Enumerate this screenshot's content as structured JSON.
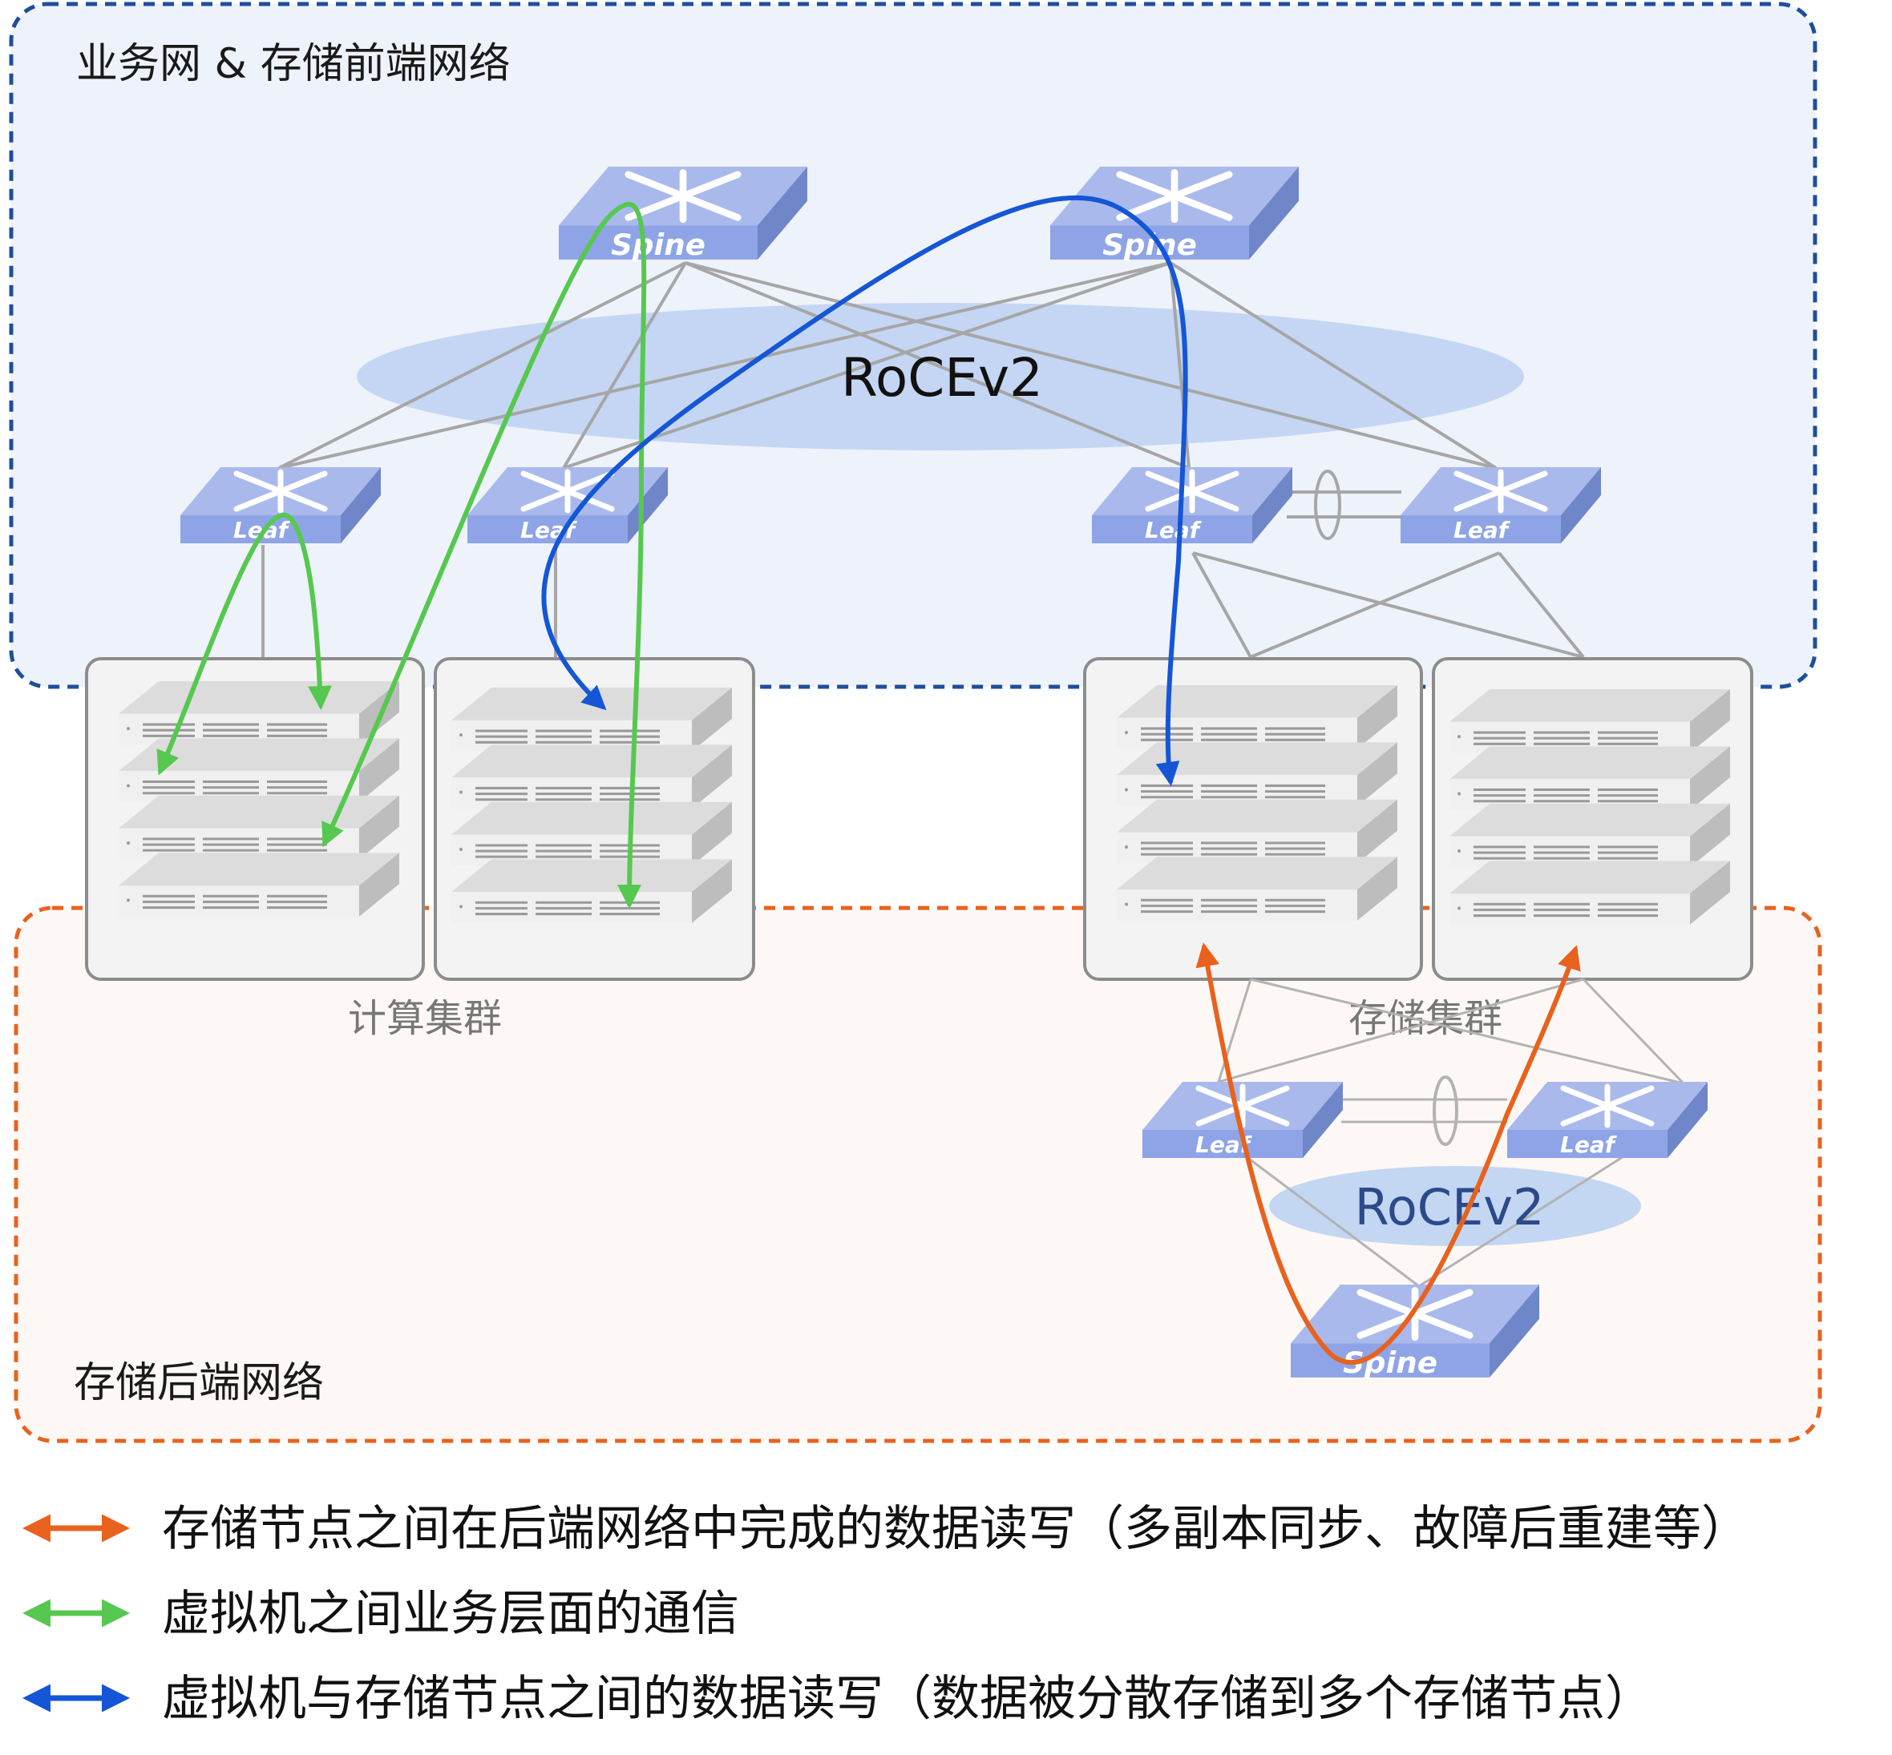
{
  "zones": {
    "frontend": {
      "label": "业务网 & 存储前端网络",
      "border_color": "#1f4e9b",
      "fill_color": "#eef2fa"
    },
    "backend": {
      "label": "存储后端网络",
      "border_color": "#e8621e",
      "fill_color": "#fdf8f5"
    }
  },
  "ovals": {
    "frontend": "RoCEv2",
    "backend": "RoCEv2"
  },
  "switches": {
    "spine_1": "Spine",
    "spine_2": "Spine",
    "leaf_1": "Leaf",
    "leaf_2": "Leaf",
    "leaf_3": "Leaf",
    "leaf_4": "Leaf",
    "backend_leaf_1": "Leaf",
    "backend_leaf_2": "Leaf",
    "backend_spine": "Spine"
  },
  "clusters": {
    "compute": "计算集群",
    "storage": "存储集群"
  },
  "legend": [
    {
      "color": "#e8621e",
      "text": "存储节点之间在后端网络中完成的数据读写（多副本同步、故障后重建等）"
    },
    {
      "color": "#56c84f",
      "text": "虚拟机之间业务层面的通信"
    },
    {
      "color": "#1556d6",
      "text": "虚拟机与存储节点之间的数据读写（数据被分散存储到多个存储节点）"
    }
  ]
}
